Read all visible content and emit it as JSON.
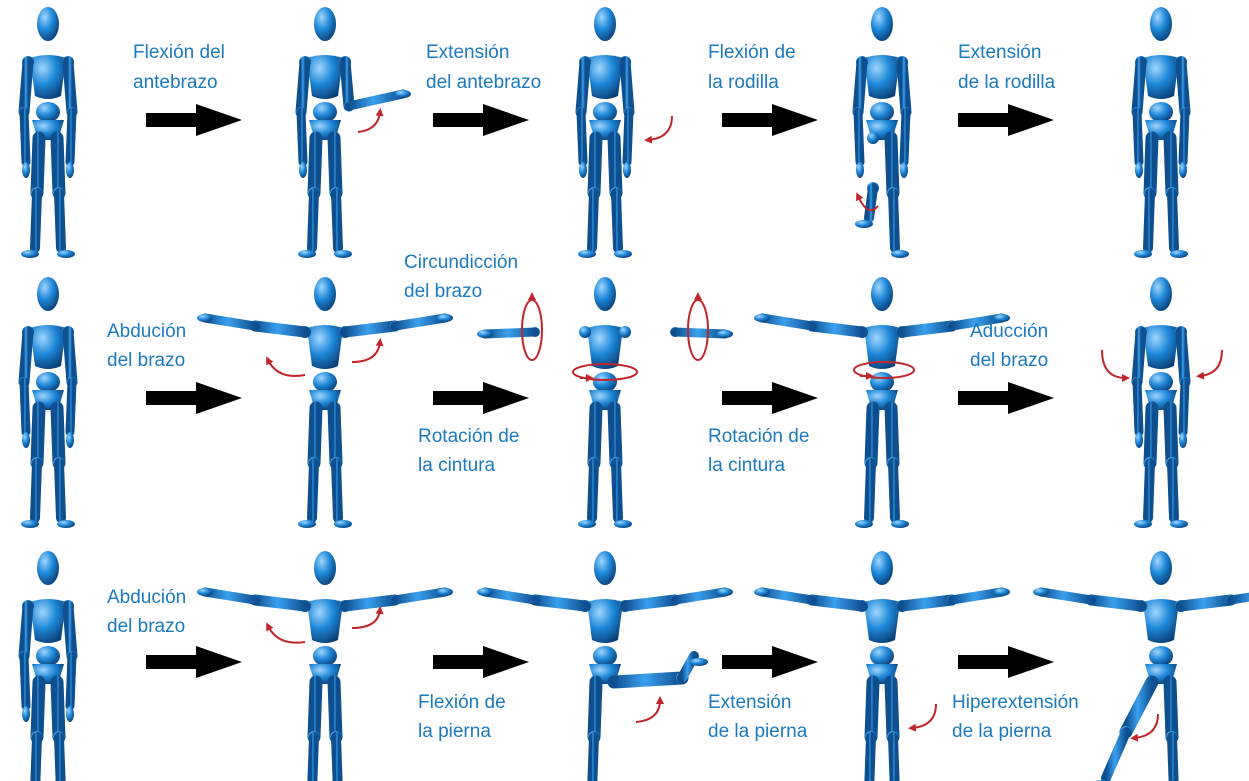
{
  "colors": {
    "figure": "#1e88d8",
    "figure_dark": "#0d4f8f",
    "figure_light": "#7cc4f4",
    "label": "#1a7bbf",
    "motion_arrow": "#c0272d",
    "step_arrow": "#000000"
  },
  "rows": [
    {
      "labels": [
        [
          "Flexión del",
          "antebrazo"
        ],
        [
          "Extensión",
          "del antebrazo"
        ],
        [
          "Flexión de",
          "la rodilla"
        ],
        [
          "Extensión",
          "de la rodilla"
        ]
      ]
    },
    {
      "labels": [
        [
          "Abdución",
          "del brazo"
        ],
        [
          "Circundicción",
          "del brazo"
        ],
        [
          "Rotación de",
          "la cintura"
        ],
        [
          "Rotación de",
          "la cintura"
        ],
        [
          "Aducción",
          "del brazo"
        ]
      ]
    },
    {
      "labels": [
        [
          "Abdución",
          "del brazo"
        ],
        [
          "Flexión de",
          "la pierna"
        ],
        [
          "Extensión",
          "de la pierna"
        ],
        [
          "Hiperextensión",
          "de la pierna"
        ]
      ]
    }
  ]
}
